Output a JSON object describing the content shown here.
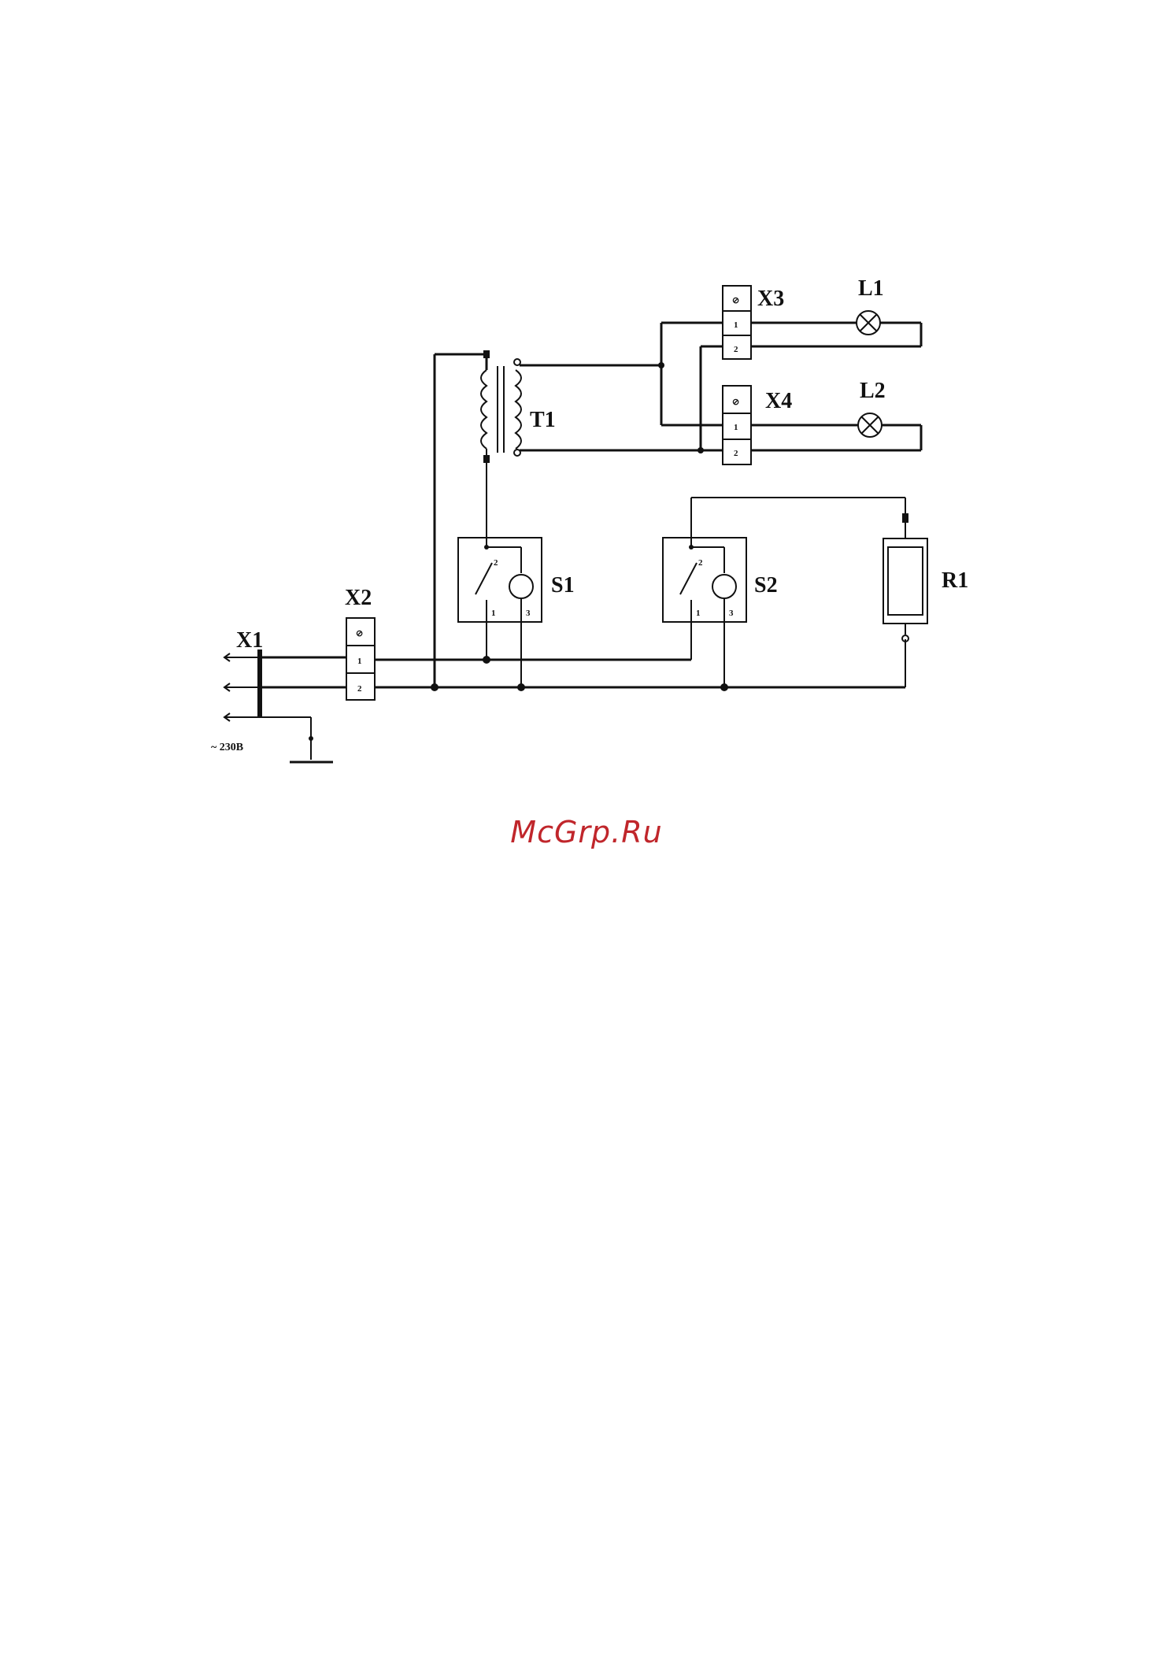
{
  "components": {
    "x1": {
      "ref": "X1"
    },
    "x2": {
      "ref": "X2",
      "pins": [
        "⊘",
        "1",
        "2"
      ]
    },
    "x3": {
      "ref": "X3",
      "pins": [
        "⊘",
        "1",
        "2"
      ]
    },
    "x4": {
      "ref": "X4",
      "pins": [
        "⊘",
        "1",
        "2"
      ]
    },
    "t1": {
      "ref": "T1"
    },
    "l1": {
      "ref": "L1"
    },
    "l2": {
      "ref": "L2"
    },
    "s1": {
      "ref": "S1",
      "pins": [
        "2",
        "1",
        "3"
      ]
    },
    "s2": {
      "ref": "S2",
      "pins": [
        "2",
        "1",
        "3"
      ]
    },
    "r1": {
      "ref": "R1"
    }
  },
  "supply_label": "~ 230В",
  "watermark": "McGrp.Ru",
  "colors": {
    "line": "#111111",
    "watermark": "#c0262b"
  }
}
